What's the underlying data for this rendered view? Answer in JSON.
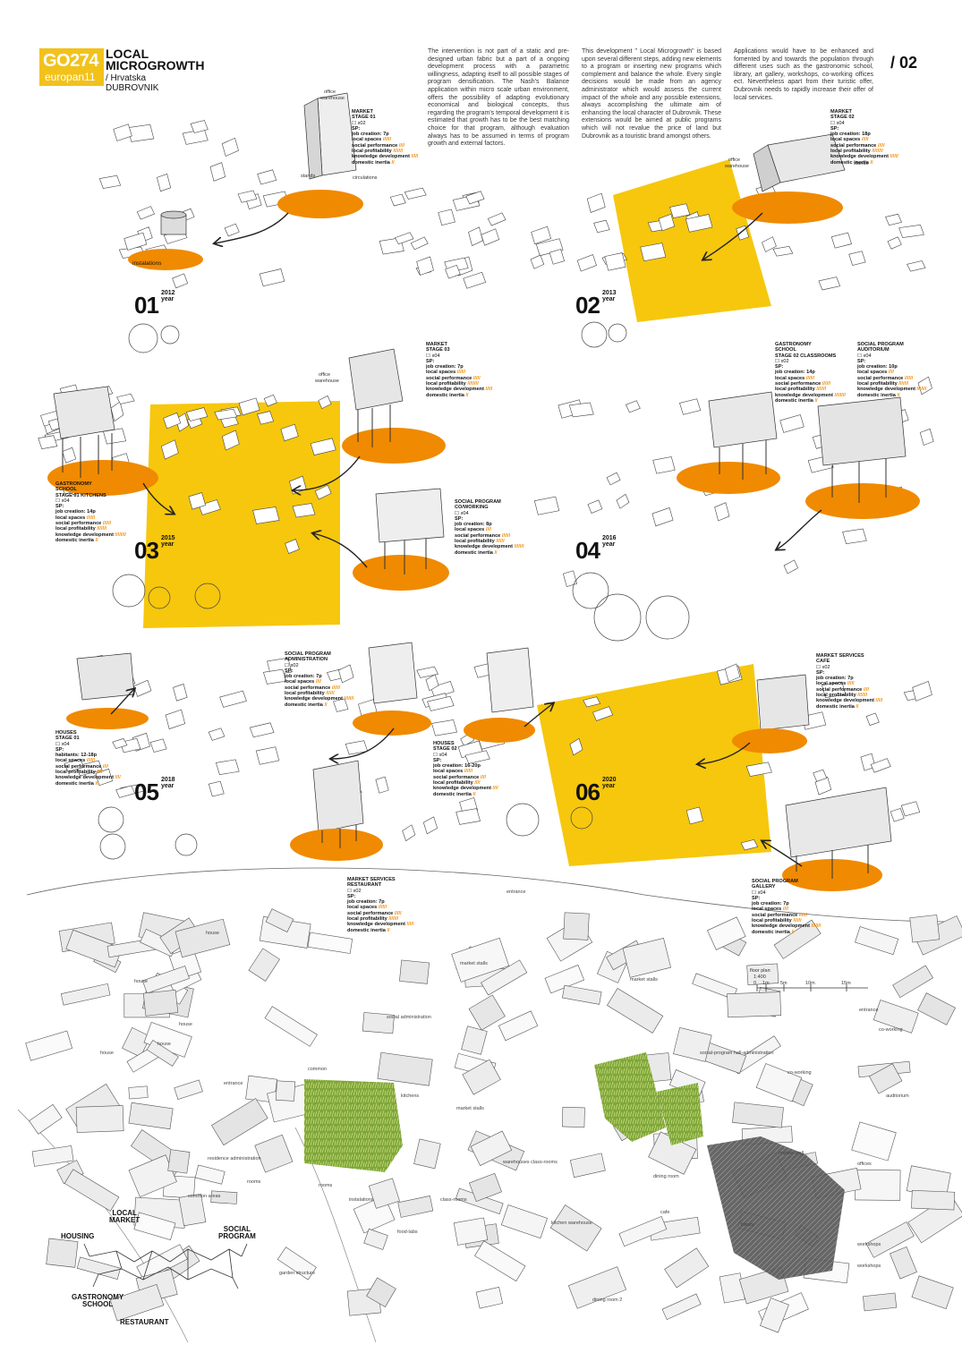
{
  "header": {
    "code": "GO274",
    "europan": "europan11",
    "title_line1": "LOCAL",
    "title_line2": "MICROGROWTH",
    "subtitle_line1": "/ Hrvatska",
    "subtitle_line2": "DUBROVNIK",
    "page_number": "/ 02"
  },
  "text_columns": [
    "The intervention is not part of a static and pre-designed urban fabric but a part of a ongoing development process with a parametric willingness, adapting itself to all possible stages of program densification. The Nash's Balance application within micro scale urban environment, offers the possibility of adapting evolutionary economical and biological concepts, thus regarding the program's temporal development it is estimated that growth has to be the best matching choice for that program, although evaluation always has to be assumed in terms of program growth and external factors.",
    "This development \" Local Microgrowth\" is based upon several different steps, adding new elements to a program or inserting new programs which complement and balance the whole. Every single decisions would be made from an agency administrator which would assess the current impact of the whole and any possible extensions, always accomplishing the ultimate aim of enhancing the local character of Dubrovnik. These extensions would be aimed at public programs which will not revalue the price of land but Dubrovnik as a touristic brand amongst others.",
    "Applications would have to be enhanced and fomented by and towards the population through different uses such as the gastronomic school, library, art gallery, workshops, co-working offices ect. Nevertheless apart from their turistic offer, Dubrovnik needs to rapidly increase their offer of local services."
  ],
  "stages": [
    {
      "num": "01",
      "year": "2012",
      "unit": "year"
    },
    {
      "num": "02",
      "year": "2013",
      "unit": "year"
    },
    {
      "num": "03",
      "year": "2015",
      "unit": "year"
    },
    {
      "num": "04",
      "year": "2016",
      "unit": "year"
    },
    {
      "num": "05",
      "year": "2018",
      "unit": "year"
    },
    {
      "num": "06",
      "year": "2020",
      "unit": "year"
    }
  ],
  "metric_labels": {
    "job": "job creation:",
    "local_spaces": "local spaces",
    "social_performance": "social performance",
    "local_profitability": "local profitability",
    "knowledge": "knowledge development",
    "inertia": "domestic inertia",
    "sp": "SP:"
  },
  "programs": [
    {
      "id": "market-1",
      "title": [
        "MARKET",
        "STAGE 01"
      ],
      "count": "☐ x02",
      "job": "7p",
      "bars": [
        "//////",
        "////",
        "///////",
        "/////",
        "//"
      ]
    },
    {
      "id": "market-2",
      "title": [
        "MARKET",
        "STAGE 02"
      ],
      "count": "☐ x04",
      "job": "18p",
      "bars": [
        "/////",
        "/////",
        "////////",
        "//////",
        "//"
      ]
    },
    {
      "id": "market-3",
      "title": [
        "MARKET",
        "STAGE 03"
      ],
      "count": "☐ x04",
      "job": "7p",
      "bars": [
        "//////",
        "/////",
        "////////",
        "/////",
        "//"
      ]
    },
    {
      "id": "gastro-1",
      "title": [
        "GASTRONOMY",
        "SCHOOL",
        "STAGE 01 KITCHENS"
      ],
      "count": "☐ x04",
      "job": "14p",
      "bars": [
        "//////",
        "//////",
        "///////",
        "////////",
        "//"
      ]
    },
    {
      "id": "gastro-2",
      "title": [
        "GASTRONOMY",
        "SCHOOL",
        "STAGE 02 CLASSROOMS"
      ],
      "count": "☐ x02",
      "job": "14p",
      "bars": [
        "//////",
        "//////",
        "///////",
        "////////",
        "//"
      ]
    },
    {
      "id": "social-auditorium",
      "title": [
        "SOCIAL PROGRAM",
        "AUDITORIUM"
      ],
      "count": "☐ x04",
      "job": "10p",
      "bars": [
        "////",
        "//////",
        "///////",
        "///////",
        "//"
      ]
    },
    {
      "id": "social-coworking",
      "title": [
        "SOCIAL PROGRAM",
        "CO/WORKING"
      ],
      "count": "☐ x04",
      "job": "8p",
      "bars": [
        "////",
        "//////",
        "//////",
        "///////",
        "//"
      ]
    },
    {
      "id": "social-admin",
      "title": [
        "SOCIAL PROGRAM",
        "ADMINISTRATION"
      ],
      "count": "☐ x02",
      "job": "7p",
      "bars": [
        "////",
        "//////",
        "//////",
        "///////",
        "//"
      ]
    },
    {
      "id": "market-cafe",
      "title": [
        "MARKET SERVICES",
        "CAFE"
      ],
      "count": "☐ x02",
      "job": "7p",
      "bars": [
        "/////",
        "////",
        "///////",
        "/////",
        "//"
      ]
    },
    {
      "id": "houses-1",
      "title": [
        "HOUSES",
        "STAGE 01"
      ],
      "count": "☐ x04",
      "job": "12-18p",
      "job_label": "habitants:",
      "bars": [
        "//////",
        "////",
        "////",
        "////",
        "//"
      ]
    },
    {
      "id": "houses-2",
      "title": [
        "HOUSES",
        "STAGE 02"
      ],
      "count": "☐ x04",
      "job": "16-20p",
      "bars": [
        "//////",
        "////",
        "////",
        "////",
        "//"
      ]
    },
    {
      "id": "market-restaurant",
      "title": [
        "MARKET SERVICES",
        "RESTAURANT"
      ],
      "count": "☐ x02",
      "job": "7p",
      "bars": [
        "//////",
        "/////",
        "///////",
        "/////",
        "//"
      ]
    },
    {
      "id": "social-gallery",
      "title": [
        "SOCIAL PROGRAM",
        "GALLERY"
      ],
      "count": "☐ x04",
      "job": "7p",
      "bars": [
        "////",
        "//////",
        "//////",
        "///////",
        "//"
      ]
    }
  ],
  "axon_labels": {
    "office_warehouse": [
      "office",
      "warehouse"
    ],
    "stands": "stands",
    "circulations": "circulations",
    "instalations": "instalations"
  },
  "plan_labels": [
    "house",
    "house",
    "house",
    "house",
    "house",
    "entrance",
    "entrance",
    "residence administration",
    "common areas",
    "rooms",
    "rooms",
    "instalations",
    "kitchens",
    "social administration",
    "market stalls",
    "market stalls",
    "market stalls",
    "warehouses class-rooms",
    "class-rooms",
    "food-labs",
    "dining room",
    "dining room 2",
    "kitchen warehouse",
    "cafe",
    "library",
    "social-program hall-administration",
    "co-working",
    "co-working",
    "auditorium",
    "offices",
    "workshops",
    "workshops",
    "garden structure",
    "market stall",
    "common",
    "entrance"
  ],
  "scale": {
    "label": "floor plan",
    "ratio": "1:400",
    "ticks": [
      "0",
      "1m",
      "5m",
      "10m",
      "15m"
    ]
  },
  "key": {
    "local_market": [
      "LOCAL",
      "MARKET"
    ],
    "housing": "HOUSING",
    "social_program": [
      "SOCIAL",
      "PROGRAM"
    ],
    "gastronomy_school": [
      "GASTRONOMY",
      "SCHOOL"
    ],
    "restaurant": "RESTAURANT"
  },
  "colors": {
    "yellow": "#f5c400",
    "orange": "#f08a00",
    "badge": "#f2c21b",
    "line": "#333333"
  }
}
